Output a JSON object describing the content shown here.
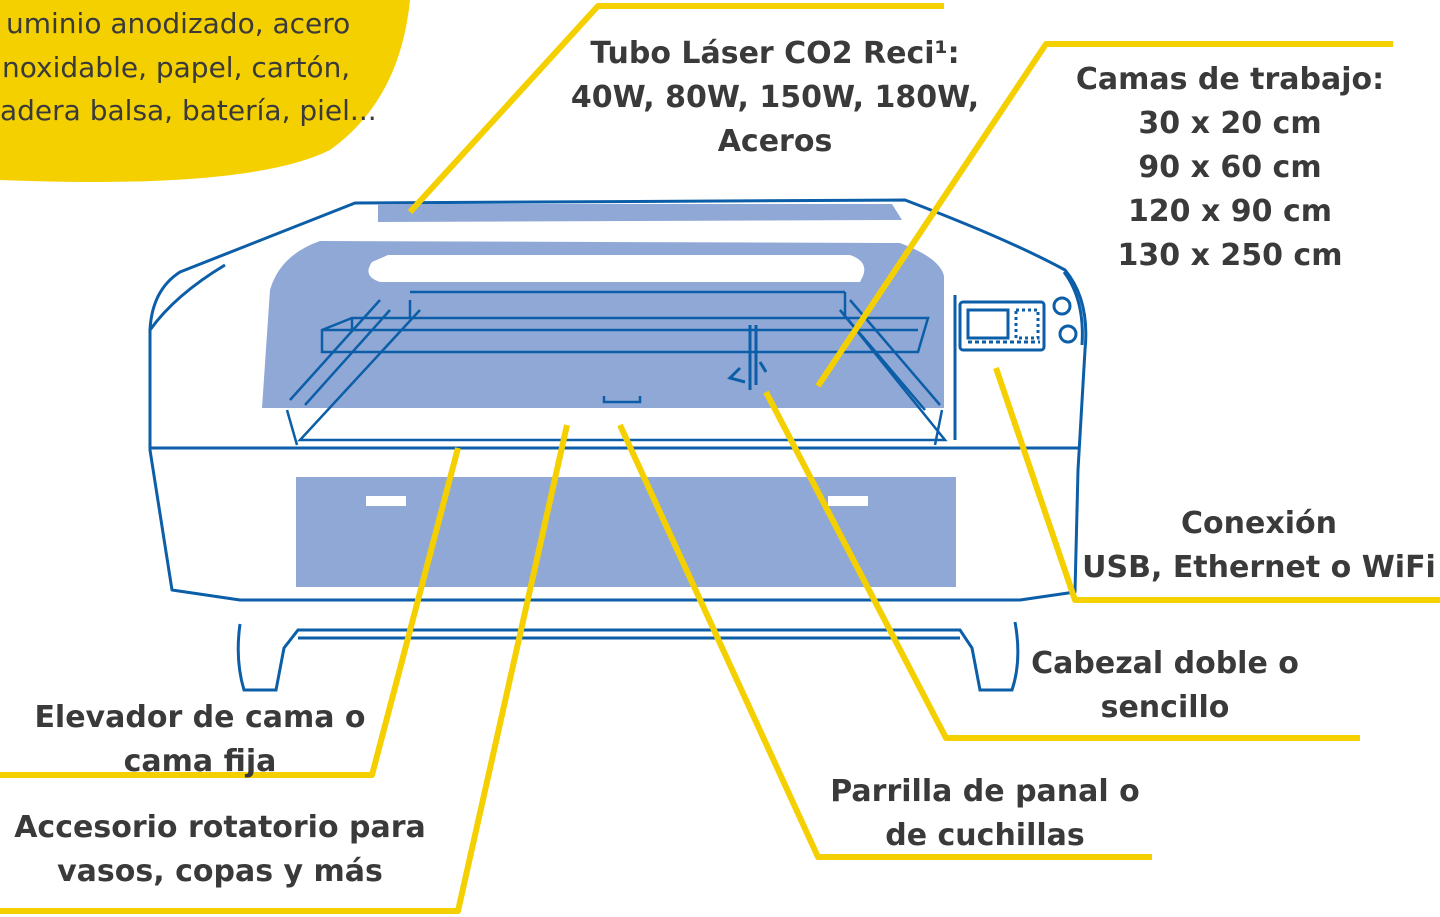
{
  "colors": {
    "yellow": "#f5d000",
    "blue": "#0b5ea7",
    "panel": "#8fa8d6",
    "text": "#3a3a3a"
  },
  "materials": {
    "lines": [
      "uminio anodizado, acero",
      "noxidable, papel, cartón,",
      "adera balsa, batería, piel..."
    ]
  },
  "callouts": {
    "tubo": [
      "Tubo Láser CO2 Reci¹:",
      "40W, 80W, 150W, 180W,",
      "Aceros"
    ],
    "camas": [
      "Camas de trabajo:",
      "30 x 20 cm",
      "90 x 60 cm",
      "120 x 90 cm",
      "130 x 250 cm"
    ],
    "conexion": [
      "Conexión",
      "USB, Ethernet o WiFi"
    ],
    "cabezal": [
      "Cabezal doble o",
      "sencillo"
    ],
    "elevador": [
      "Elevador de cama o",
      "cama fija"
    ],
    "accesorio": [
      "Accesorio rotatorio para",
      "vasos, copas y más"
    ],
    "parrilla": [
      "Parrilla de panal o",
      "de cuchillas"
    ]
  }
}
